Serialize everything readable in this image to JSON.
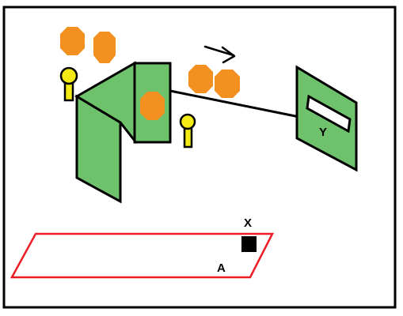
{
  "labels": {
    "screen": "Y",
    "marker": "X",
    "plane": "A"
  },
  "colors": {
    "frame": "#000000",
    "panel_fill": "#6fc26c",
    "orange_fill": "#f3901f",
    "lamp_fill": "#f4ea16",
    "plane_stroke": "#ee1c25",
    "slit_fill": "#ffffff",
    "marker_fill": "#000000"
  },
  "icons": {
    "direction": "arrow-right-icon"
  }
}
